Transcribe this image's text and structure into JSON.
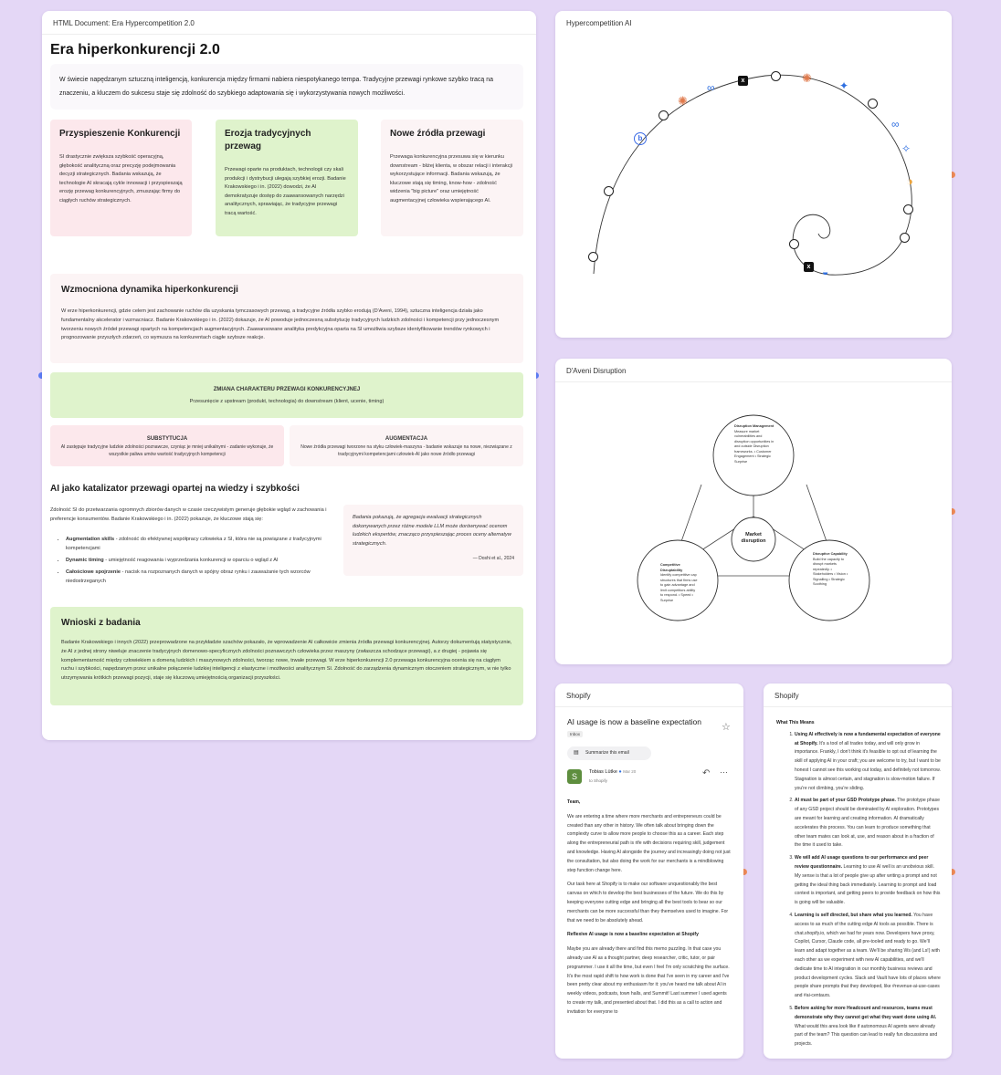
{
  "doc": {
    "window_title": "HTML Document: Era Hypercompetition 2.0",
    "title": "Era hiperkonkurencji 2.0",
    "intro": "W świecie napędzanym sztuczną inteligencją, konkurencja między firmami nabiera niespotykanego tempa. Tradycyjne przewagi rynkowe szybko tracą na znaczeniu, a kluczem do sukcesu staje się zdolność do szybkiego adaptowania się i wykorzystywania nowych możliwości.",
    "cards": [
      {
        "title": "Przyspieszenie Konkurencji",
        "body": "SI drastycznie zwiększa szybkość operacyjną, głębokość analityczną oraz precyzję podejmowania decyzji strategicznych. Badania wskazują, że technologie AI skracają cykle innowacji i przyspieszają erozję przewag konkurencyjnych, zmuszając firmy do ciągłych ruchów strategicznych."
      },
      {
        "title": "Erozja tradycyjnych przewag",
        "body": "Przewagi oparte na produktach, technologii czy skali produkcji i dystrybucji ulegają szybkiej erozji. Badanie Krakowskiego i in. (2022) dowodzi, że AI demokratyzuje dostęp do zaawansowanych narzędzi analitycznych, sprawiając, że tradycyjne przewagi tracą wartość."
      },
      {
        "title": "Nowe źródła przewagi",
        "body": "Przewaga konkurencyjna przesuwa się w kierunku downstream - bliżej klienta, w obszar relacji i interakcji wykorzystujące informacji. Badania wskazują, że kluczowe stają się timing, know-how - zdolność widzenia \"big picture\" oraz umiejętność augmentacyjnej człowieka wspierającego AI."
      }
    ],
    "dynamics": {
      "title": "Wzmocniona dynamika hiperkonkurencji",
      "body": "W erze hiperkonkurencji, gdzie celem jest zachowanie ruchów dla uzyskania tymczasowych przewag, a tradycyjne źródła szybko erodują (D'Aveni, 1994), sztuczna inteligencja działa jako fundamentalny akcelerator i wzmacniacz. Badanie Krakowskiego i in. (2022) dokazuje, że AI powoduje jednoczesną substytucję tradycyjnych ludzkich zdolności i kompetencji przy jednoczesnym tworzeniu nowych źródeł przewagi opartych na kompetencjach augmentacyjnych. Zaawansowane analityka predykcyjna oparta na SI umożliwia szybsze identyfikowanie trendów rynkowych i prognozowanie przyszłych zdarzeń, co wymusza na konkurentach ciągłe szybsze reakcje."
    },
    "change": {
      "title": "ZMIANA CHARAKTERU PRZEWAGI KONKURENCYJNEJ",
      "body": "Przesunięcie z upstream (produkt, technologia) do downstream (klient, ucenie, timing)"
    },
    "subst": {
      "title": "SUBSTYTUCJA",
      "body": "AI zastępuje tradycyjne ludzkie zdolności poznawcze, czyniąc je mniej unikalnymi - zadanie wykonuje, że wszystkie paliwa umów wartość tradycyjnych kompetencji"
    },
    "augm": {
      "title": "AUGMENTACJA",
      "body": "Nowe źródła przewagi tworzone na styku człowiek-maszyna - badanie wskazuje na nowe, niezwiązane z tradycyjnymi kompetencjami człowiek-AI jako nowe źródło przewagi"
    },
    "catalyst": {
      "title": "AI jako katalizator przewagi opartej na wiedzy i szybkości",
      "body": "Zdolność SI do przetwarzania ogromnych zbiorów danych w czasie rzeczywistym generuje głębokie wgląd w zachowania i preferencje konsumentów. Badanie Krakowskiego i in. (2022) pokazuje, że kluczowe stają się:",
      "items": [
        {
          "label": "Augmentation skills",
          "text": " - zdolność do efektywnej współpracy człowieka z SI, która nie są powiązane z tradycyjnymi kompetencjami"
        },
        {
          "label": "Dynamic timing",
          "text": " - umiejętność reagowania i wyprzedzania konkurencji w oparciu o wgląd z AI"
        },
        {
          "label": "Całościowe spojrzenie",
          "text": " - nacisk na rozpoznanych danych w spójny obraz rynku i zauważanie tych wzorców niedostrzeganych"
        }
      ],
      "quote": "Badania pokazują, że agregacja ewaluacji strategicznych dokonywanych przez różne modele LLM może dorównywać ocenom ludzkich ekspertów, znacząco przyspieszając proces oceny alternatyw strategicznych.",
      "quote_src": "— Doshi et al., 2024"
    },
    "conclusions": {
      "title": "Wnioski z badania",
      "body": "Badanie Krakowskiego i innych (2022) przeprowadzone na przykładzie szachów pokazało, że wprowadzenie AI całkowicie zmienia źródła przewagi konkurencyjnej. Autorzy dokumentują statystycznie, że AI z jednej strony niweluje znaczenie tradycyjnych domenowo-specyficznych zdolności poznawczych człowieka przez maszyny (zwłaszcza schodzące przewagi), a z drugiej - pojawia się komplementarność między człowiekiem a domeną ludzkich i maszynowych zdolności, tworząc nowe, trwałe przewagi. W erze hiperkonkurencji 2.0 przewaga konkurencyjna ocenia się na ciągłym ruchu i szybkości, napędzanym przez unikalne połączenie ludzkiej inteligencji z elastyczne i możliwości analitycznym SI. Zdolność do zarządzenia dynamicznym otoczeniem strategicznym, w nie tylko utrzymywania krótkich przewagi pozycji, staje się kluczową umiejętnością organizacji przyszłości."
    }
  },
  "spiral": {
    "window_title": "Hypercompetition AI"
  },
  "daveni": {
    "window_title": "D'Aveni Disruption",
    "center": "Market disruption",
    "top_title": "Disruption Management",
    "top_body": "Measure market vulnerabilities and disruption opportunities in and outside Disruption frameworks. • Customer Engagement • Strategic Surprise",
    "left_title": "Competitive Disruptability",
    "left_body": "Identify competitive cap structures that firms use to gain advantage and limit competitors ability to respond. • Speed • Surprise",
    "right_title": "Disruptive Capability",
    "right_body": "Build the capacity to disrupt markets repeatedly. • Stakeholders • Vision • Signalling • Strategic Soothing"
  },
  "shopify1": {
    "window_title": "Shopify",
    "subject": "AI usage is now a baseline expectation",
    "tag": "Inbox",
    "summarize": "Summarize this email",
    "sender": "Tobias Lütke",
    "date": "Mar 20",
    "to": "to Shopify",
    "greeting": "Team,",
    "p1": "We are entering a time where more merchants and entrepreneurs could be created than any other in history. We often talk about bringing down the complexity curve to allow more people to choose this as a career. Each step along the entrepreneurial path is rife with decisions requiring skill, judgement and knowledge. Having AI alongside the journey and increasingly doing not just the consultation, but also doing the work for our merchants is a mindblowing step function change here.",
    "p2": "Our task here at Shopify is to make our software unquestionably the best canvas on which to develop the best businesses of the future. We do this by keeping everyone cutting edge and bringing all the best tools to bear so our merchants can be more successful than they themselves used to imagine. For that we need to be absolutely ahead.",
    "p3_title": "Reflexive AI usage is now a baseline expectation at Shopify",
    "p4": "Maybe you are already there and find this memo puzzling. In that case you already use AI as a thought partner, deep researcher, critic, tutor, or pair programmer. I use it all the time, but even I feel I'm only scratching the surface. It's the most rapid shift to how work is done that I've seen in my career and I've been pretty clear about my enthusiasm for it: you've heard me talk about AI in weekly videos, podcasts, town halls, and Summit! Last summer I used agents to create my talk, and presented about that. I did this as a call to action and invitation for everyone to"
  },
  "shopify2": {
    "window_title": "Shopify",
    "heading": "What This Means",
    "items": [
      {
        "b": "Using AI effectively is now a fundamental expectation of everyone at Shopify.",
        "t": " It's a tool of all trades today, and will only grow in importance. Frankly, I don't think it's feasible to opt out of learning the skill of applying AI in your craft; you are welcome to try, but I want to be honest I cannot see this working out today, and definitely not tomorrow. Stagnation is almost certain, and stagnation is slow-motion failure. If you're not climbing, you're sliding."
      },
      {
        "b": "AI must be part of your GSD Prototype phase.",
        "t": " The prototype phase of any GSD project should be dominated by AI exploration. Prototypes are meant for learning and creating information. AI dramatically accelerates this process. You can learn to produce something that other team mates can look at, use, and reason about in a fraction of the time it used to take."
      },
      {
        "b": "We will add AI usage questions to our performance and peer review questionnaire.",
        "t": " Learning to use AI well is an unobvious skill. My sense is that a lot of people give up after writing a prompt and not getting the ideal thing back immediately. Learning to prompt and load context is important, and getting peers to provide feedback on how this is going will be valuable."
      },
      {
        "b": "Learning is self directed, but share what you learned.",
        "t": " You have access to as much of the cutting edge AI tools as possible. There is chat.shopify.io, which we had for years now. Developers have proxy, Copilot, Cursor, Claude code, all pre-tooled and ready to go. We'll learn and adapt together as a team. We'll be sharing Ws (and Ls!) with each other as we experiment with new AI capabilities, and we'll dedicate time to AI integration in our monthly business reviews and product development cycles. Slack and Vault have lots of places where people share prompts that they developed, like #revenue-ai-use-cases and #ai-centaurs."
      },
      {
        "b": "Before asking for more Headcount and resources, teams must demonstrate why they cannot get what they want done using AI.",
        "t": " What would this area look like if autonomous AI agents were already part of the team? This question can lead to really fun discussions and projects."
      }
    ]
  },
  "colors": {
    "background": "#e4d7f6",
    "pink": "#fce8ec",
    "green": "#dff3cc",
    "accent_orange": "#ee8a55",
    "accent_blue": "#5b7df5"
  }
}
